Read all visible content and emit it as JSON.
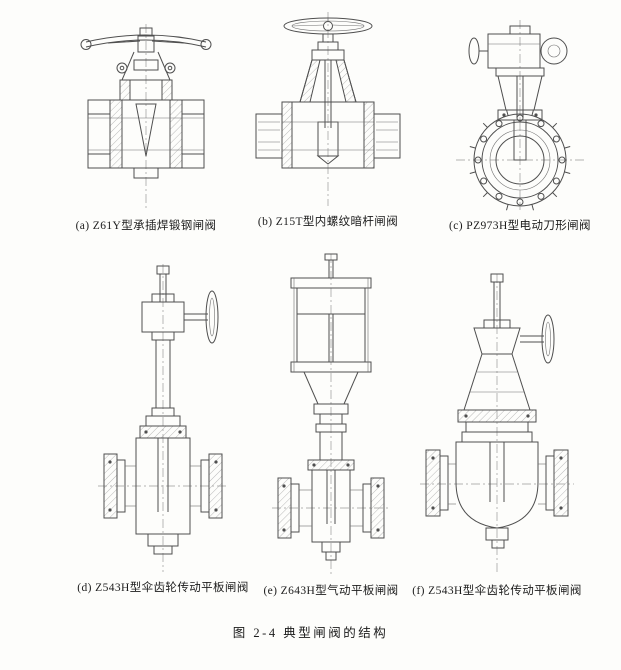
{
  "page": {
    "figure_caption": "图 2-4 典型闸阀的结构"
  },
  "figures": [
    {
      "id": "a",
      "caption": "(a) Z61Y型承插焊锻钢闸阀"
    },
    {
      "id": "b",
      "caption": "(b) Z15T型内螺纹暗杆闸阀"
    },
    {
      "id": "c",
      "caption": "(c) PZ973H型电动刀形闸阀"
    },
    {
      "id": "d",
      "caption": "(d) Z543H型伞齿轮传动平板闸阀"
    },
    {
      "id": "e",
      "caption": "(e) Z643H型气动平板闸阀"
    },
    {
      "id": "f",
      "caption": "(f) Z543H型伞齿轮传动平板闸阀"
    }
  ]
}
